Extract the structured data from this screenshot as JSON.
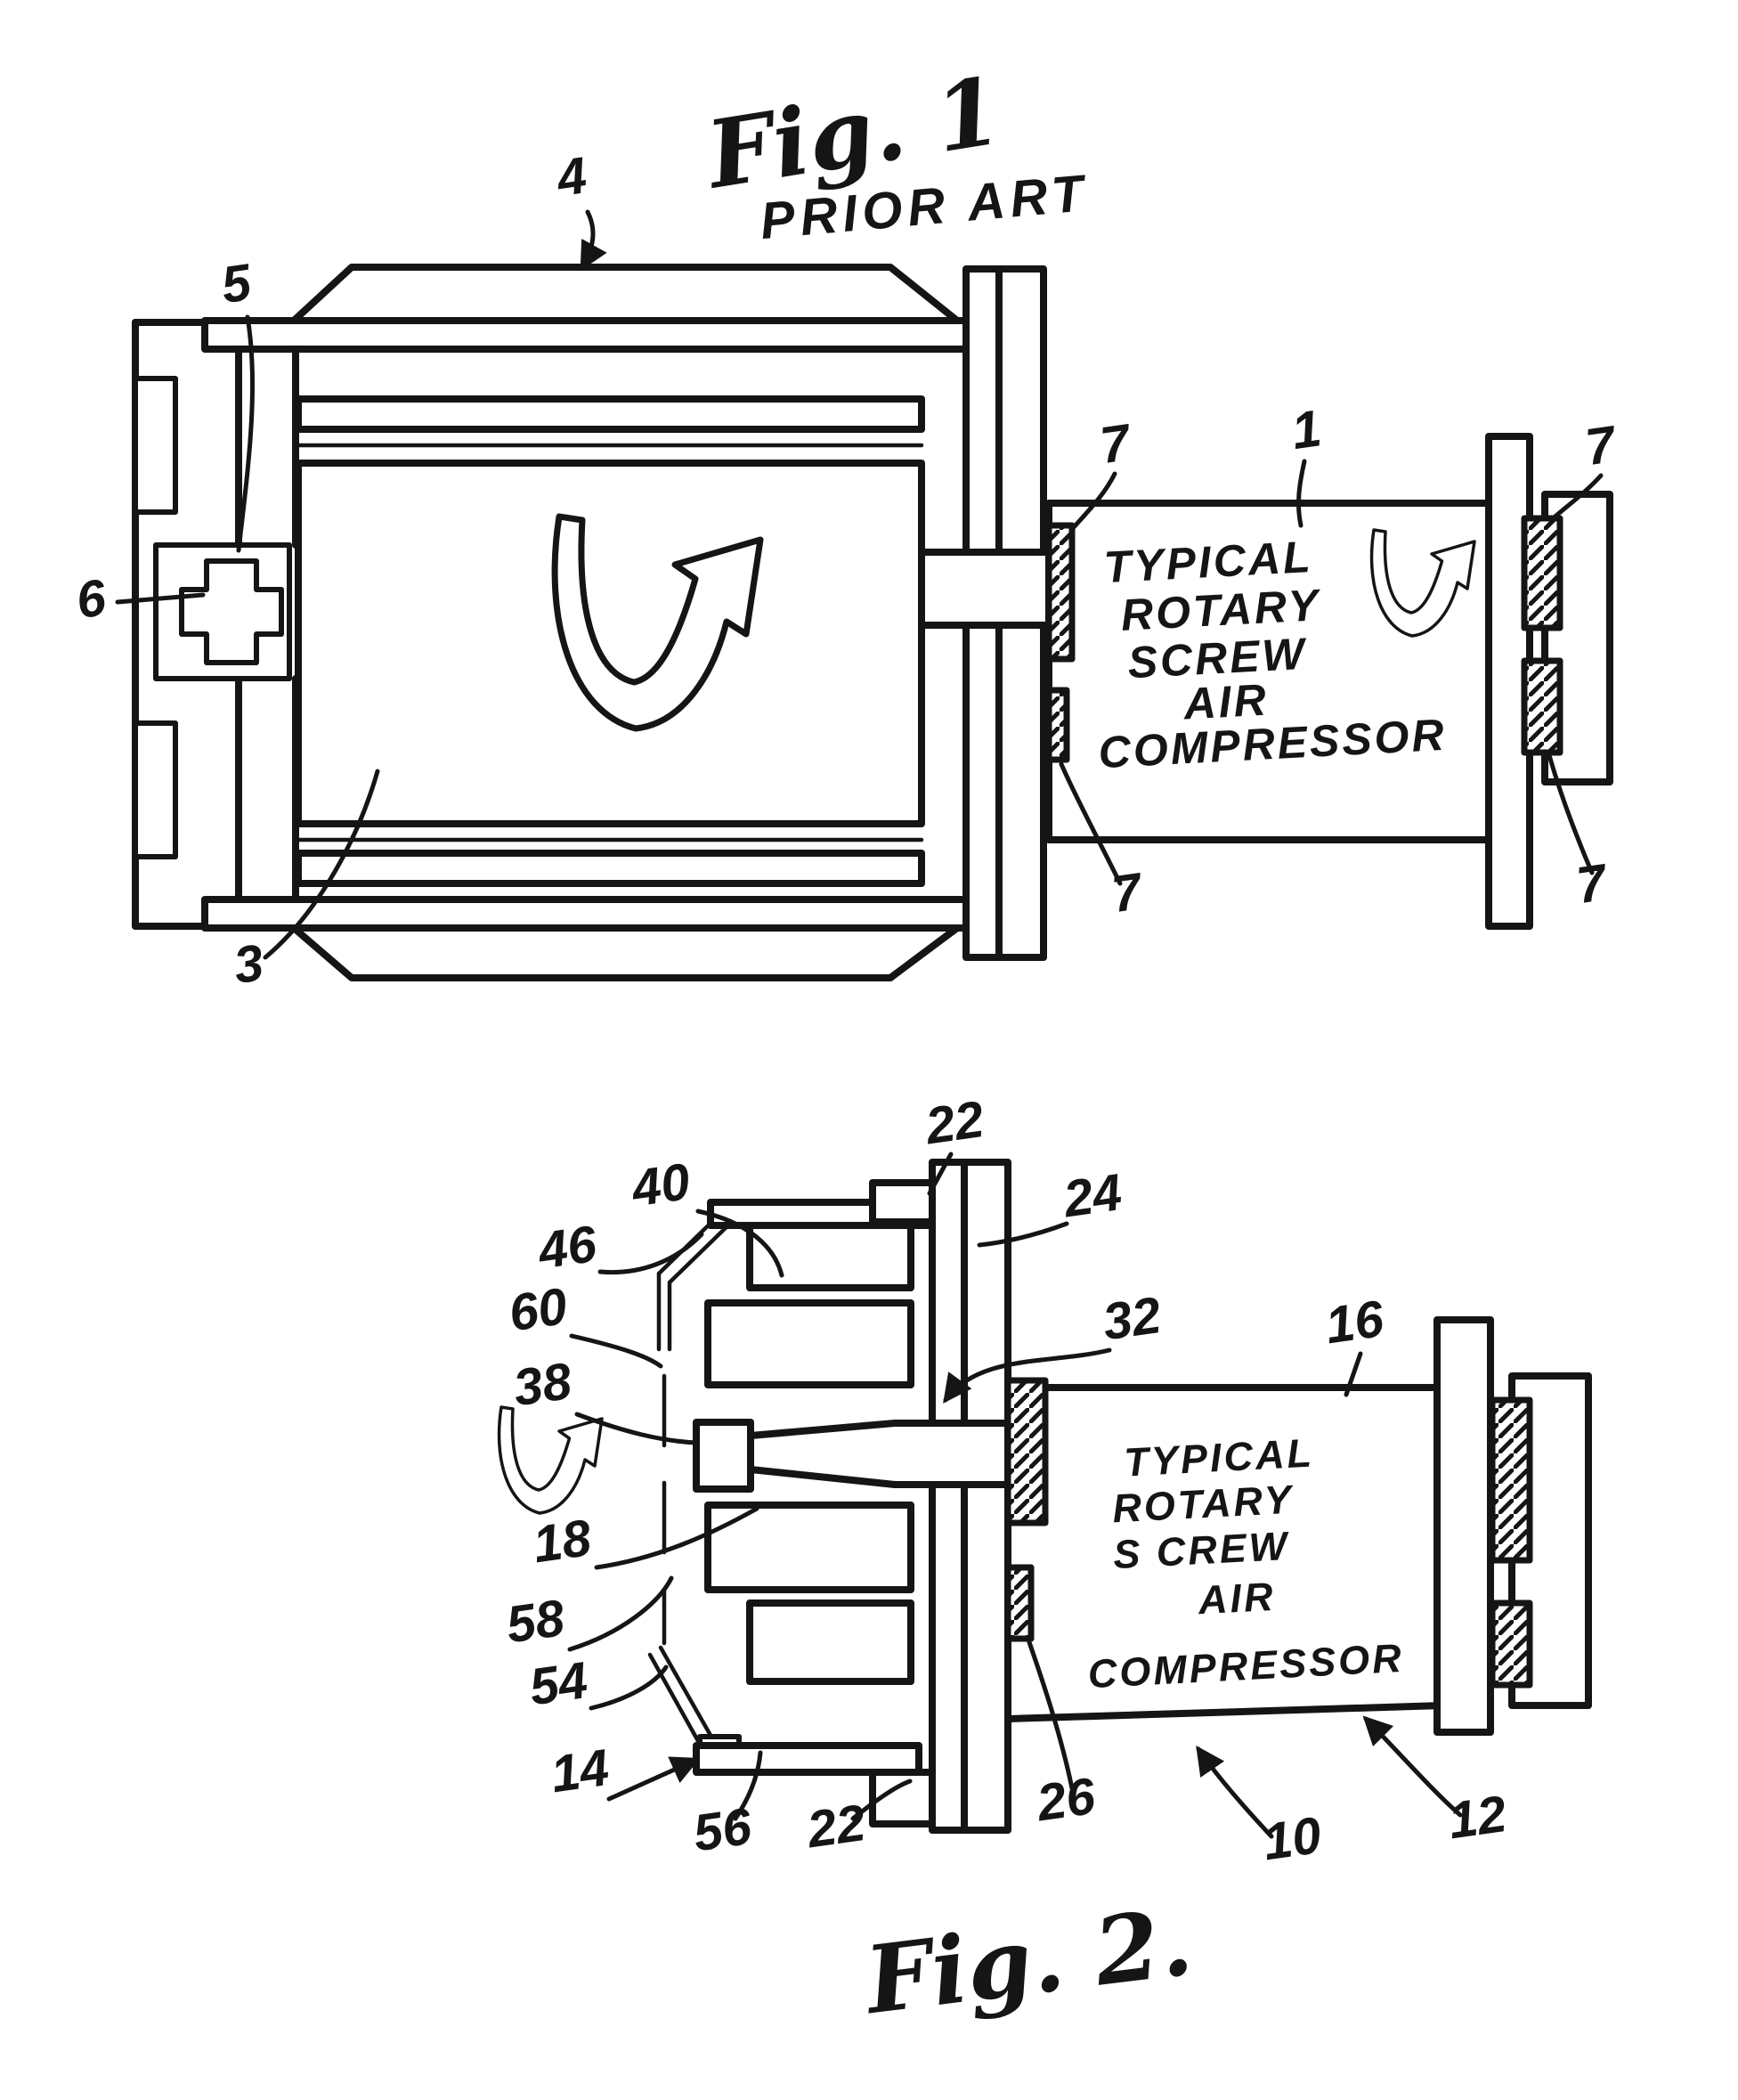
{
  "page": {
    "background": "#ffffff",
    "ink_color": "#151515"
  },
  "figure1": {
    "caption": "Fig. 1",
    "subcaption": "PRIOR ART",
    "compressor_text": {
      "l1": "TYPICAL",
      "l2": "ROTARY",
      "l3": "SCREW",
      "l4": "AIR",
      "l5": "COMPRESSOR"
    },
    "refs": {
      "n1": "1",
      "n3": "3",
      "n4": "4",
      "n5": "5",
      "n6": "6",
      "n7": "7"
    }
  },
  "figure2": {
    "caption": "Fig. 2.",
    "compressor_text": {
      "l1": "TYPICAL",
      "l2": "ROTARY",
      "l3": "S CREW",
      "l4": "AIR",
      "l5": "COMPRESSOR"
    },
    "refs": {
      "n10": "10",
      "n12": "12",
      "n14": "14",
      "n16": "16",
      "n18": "18",
      "n22": "22",
      "n24": "24",
      "n26": "26",
      "n32": "32",
      "n38": "38",
      "n40": "40",
      "n46": "46",
      "n54": "54",
      "n56": "56",
      "n58": "58",
      "n60": "60"
    }
  }
}
